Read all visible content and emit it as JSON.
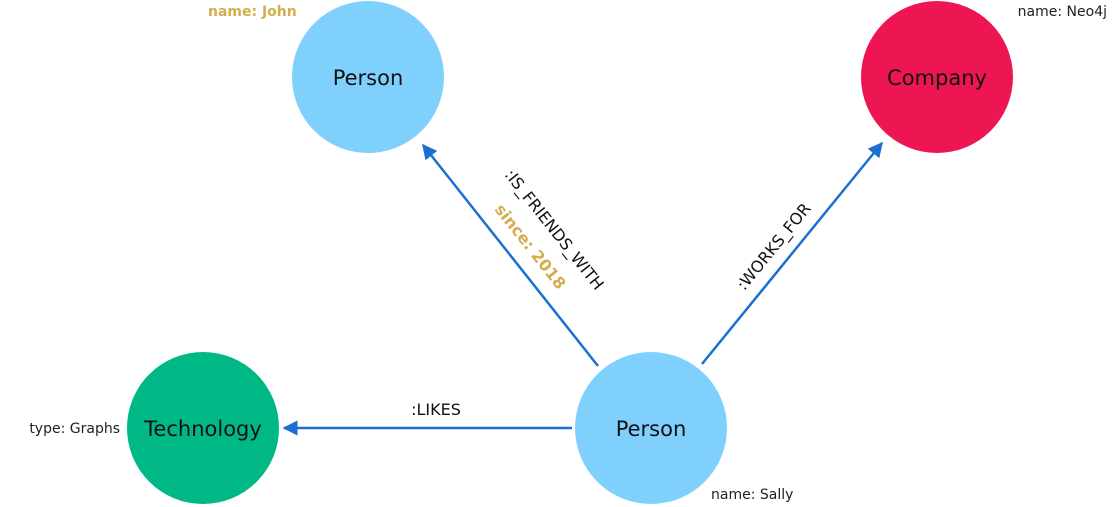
{
  "colors": {
    "person": "#7fd0fd",
    "company": "#ee1652",
    "technology": "#00b886",
    "edge": "#1a6fd1",
    "property_highlight": "#d4ad4c"
  },
  "nodes": {
    "john": {
      "label": "Person",
      "property": "name: John"
    },
    "neo4j": {
      "label": "Company",
      "property": "name: Neo4j"
    },
    "technology": {
      "label": "Technology",
      "property": "type: Graphs"
    },
    "sally": {
      "label": "Person",
      "property": "name: Sally"
    }
  },
  "relationships": {
    "is_friends_with": {
      "type": ":IS_FRIENDS_WITH",
      "property": "since: 2018"
    },
    "works_for": {
      "type": ":WORKS_FOR"
    },
    "likes": {
      "type": ":LIKES"
    }
  }
}
